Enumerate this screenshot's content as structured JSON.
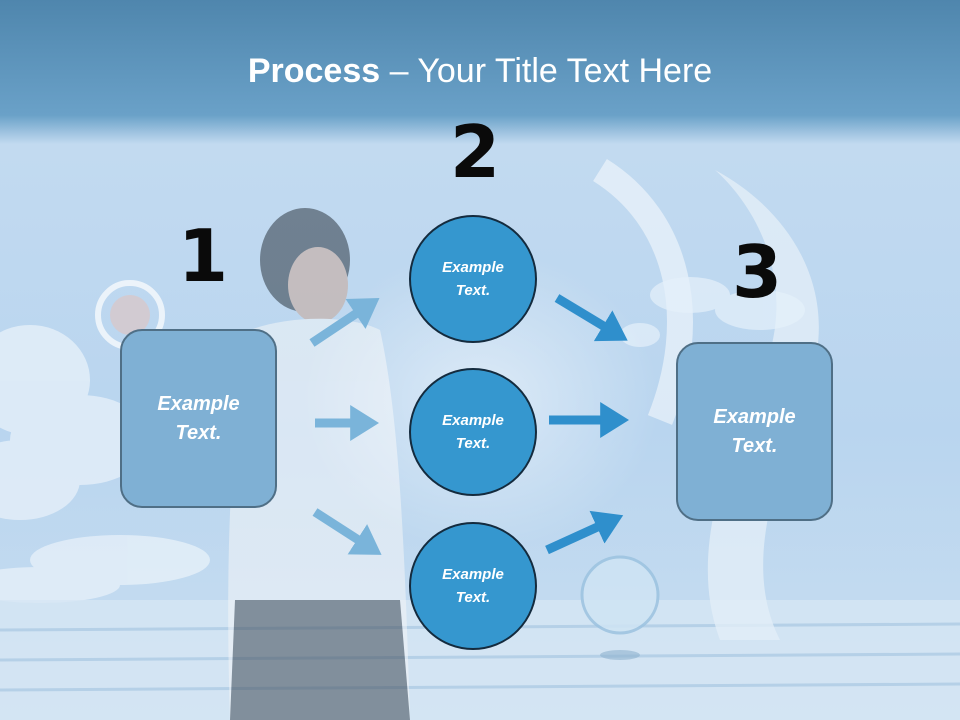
{
  "title": {
    "bold": "Process",
    "rest": " – Your Title Text Here"
  },
  "steps": [
    {
      "number": "1",
      "label": "Example\nText."
    },
    {
      "number": "2",
      "circles": [
        {
          "label": "Example\nText."
        },
        {
          "label": "Example\nText."
        },
        {
          "label": "Example\nText."
        }
      ]
    },
    {
      "number": "3",
      "label": "Example\nText."
    }
  ],
  "colors": {
    "box": "#7fb0d4",
    "circle": "#3597cf",
    "arrow_light": "#7ab4da",
    "arrow_dark": "#2f8fcc"
  }
}
